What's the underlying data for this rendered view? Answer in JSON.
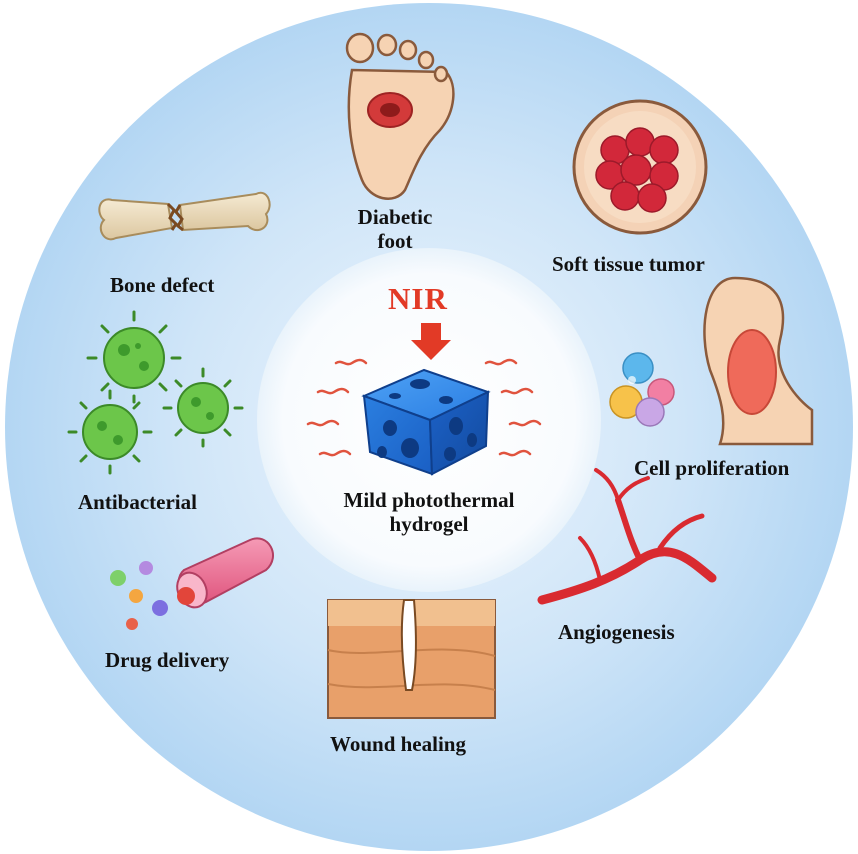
{
  "center": {
    "trigger_label": "NIR",
    "line1": "Mild photothermal",
    "line2": "hydrogel"
  },
  "applications": {
    "diabetic_foot": {
      "line1": "Diabetic",
      "line2": "foot"
    },
    "soft_tissue_tumor": "Soft tissue tumor",
    "bone_defect": "Bone defect",
    "antibacterial": "Antibacterial",
    "cell_proliferation": "Cell proliferation",
    "drug_delivery": "Drug delivery",
    "angiogenesis": "Angiogenesis",
    "wound_healing": "Wound healing"
  },
  "colors": {
    "outer_circle": "#bcdcf5",
    "inner_circle": "#f7fbfe",
    "nir_red": "#e23a26",
    "hydrogel_blue": "#1f6fd8",
    "bacteria_green": "#6cc64a",
    "tumor_red": "#d2283a",
    "skin": "#f6d3b3"
  }
}
